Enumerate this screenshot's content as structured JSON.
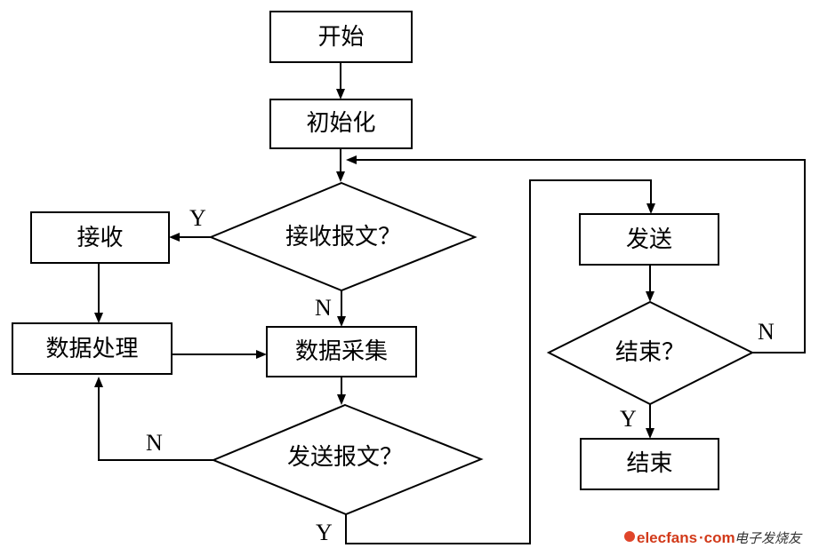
{
  "nodes": {
    "start": "开始",
    "init": "初始化",
    "receive_q": "接收报文？",
    "receive": "接收",
    "process": "数据处理",
    "collect": "数据采集",
    "send_q": "发送报文？",
    "send": "发送",
    "end_q": "结束？",
    "end": "结束"
  },
  "labels": {
    "receive_yes": "Y",
    "receive_no": "N",
    "send_no": "N",
    "send_yes": "Y",
    "end_no": "N",
    "end_yes": "Y"
  },
  "watermark": {
    "brand": "elecfans",
    "domain": "·com",
    "chinese": "电子发烧友"
  }
}
